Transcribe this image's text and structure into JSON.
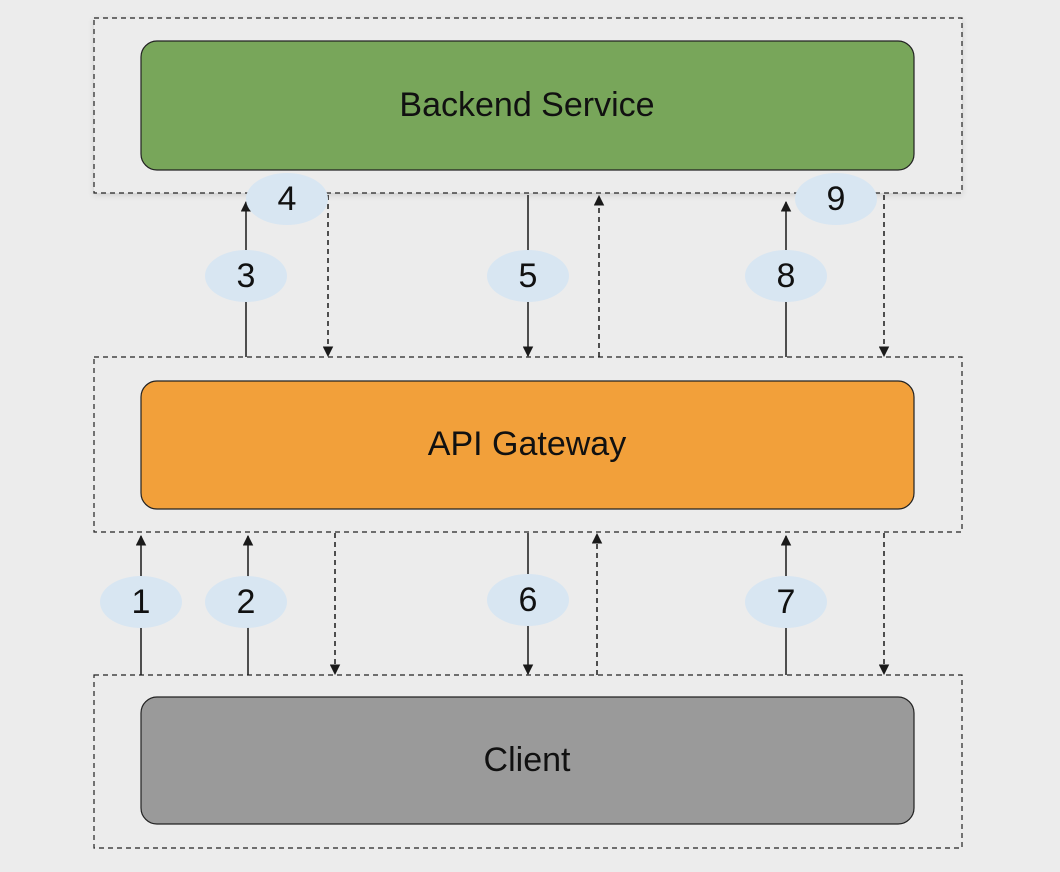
{
  "colors": {
    "background": "#ececec",
    "backend": "#78a65a",
    "gateway": "#f2a03a",
    "client": "#9a9a9a",
    "badge": "#d8e6f2",
    "line": "#1a1a1a"
  },
  "layers": {
    "backend": {
      "label": "Backend Service"
    },
    "gateway": {
      "label": "API Gateway"
    },
    "client": {
      "label": "Client"
    }
  },
  "steps": {
    "s1": "1",
    "s2": "2",
    "s3": "3",
    "s4": "4",
    "s5": "5",
    "s6": "6",
    "s7": "7",
    "s8": "8",
    "s9": "9"
  }
}
